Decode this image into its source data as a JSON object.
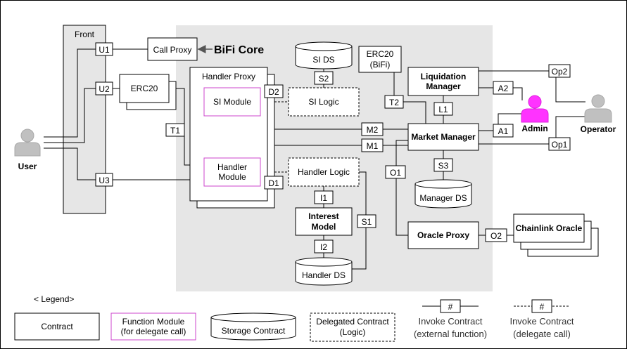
{
  "title": "BiFi Core",
  "front": "Front",
  "user": "User",
  "admin": "Admin",
  "operator": "Operator",
  "nodes": {
    "call_proxy": "Call Proxy",
    "erc20": "ERC20",
    "handler_proxy": "Handler Proxy",
    "si_module": "SI Module",
    "si_logic": "SI Logic",
    "si_ds": "SI DS",
    "erc20_bifi_1": "ERC20",
    "erc20_bifi_2": "(BiFi)",
    "liquidation_manager_1": "Liquidation",
    "liquidation_manager_2": "Manager",
    "market_manager": "Market Manager",
    "handler_module_1": "Handler",
    "handler_module_2": "Module",
    "handler_logic": "Handler Logic",
    "interest_model_1": "Interest",
    "interest_model_2": "Model",
    "handler_ds": "Handler DS",
    "manager_ds": "Manager DS",
    "oracle_proxy": "Oracle Proxy",
    "chainlink_oracle": "Chainlink Oracle"
  },
  "edge_labels": {
    "U1": "U1",
    "U2": "U2",
    "U3": "U3",
    "T1": "T1",
    "T2": "T2",
    "D1": "D1",
    "D2": "D2",
    "S1": "S1",
    "S2": "S2",
    "S3": "S3",
    "M1": "M1",
    "M2": "M2",
    "L1": "L1",
    "A1": "A1",
    "A2": "A2",
    "I1": "I1",
    "I2": "I2",
    "O1": "O1",
    "O2": "O2",
    "Op1": "Op1",
    "Op2": "Op2"
  },
  "legend": {
    "title": "< Legend>",
    "contract": "Contract",
    "function_module_1": "Function Module",
    "function_module_2": "(for delegate call)",
    "storage_contract": "Storage Contract",
    "delegated_contract_1": "Delegated Contract",
    "delegated_contract_2": "(Logic)",
    "hash": "#",
    "invoke_external_1": "Invoke Contract",
    "invoke_external_2": "(external function)",
    "invoke_delegate_1": "Invoke Contract",
    "invoke_delegate_2": "(delegate call)"
  },
  "colors": {
    "core_background": "#e6e6e6",
    "front_background": "#e6e6e6",
    "function_module_border": "#cc44cc",
    "admin_icon": "#ff33ff",
    "person_icon": "#c0c0c0"
  }
}
